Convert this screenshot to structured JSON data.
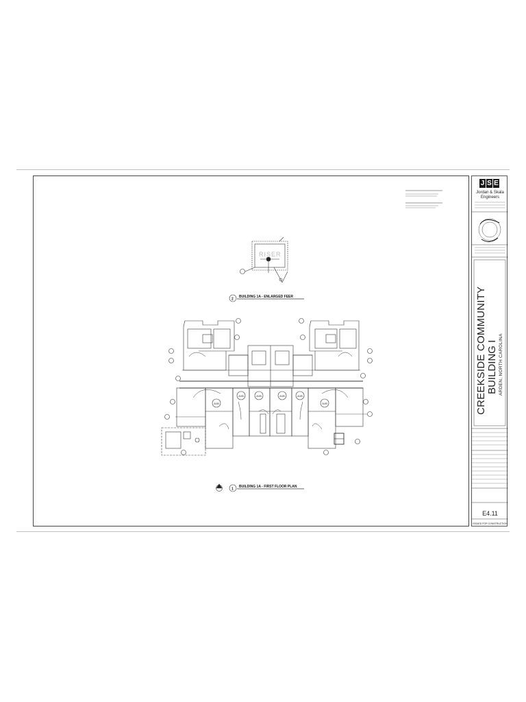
{
  "title_block": {
    "logo_letters": [
      "J",
      "S",
      "E"
    ],
    "firm_name_line1": "Jordan & Skala",
    "firm_name_line2": "Engineers",
    "project_line1": "CREEKSIDE COMMUNITY",
    "project_line2": "BUILDING I",
    "location": "ARDEN, NORTH CAROLINA",
    "sheet_number": "E4.11",
    "status": "ISSUED FOR CONSTRUCTION"
  },
  "views": {
    "view2": {
      "number": "2",
      "title": "BUILDING 1A - ENLARGED FEER",
      "riser_label": "RISER"
    },
    "view1": {
      "number": "1",
      "title": "BUILDING 1A - FIRST FLOOR PLAN"
    }
  },
  "unit_tags": [
    "A1B",
    "A1B",
    "A1B",
    "A1B",
    "A1B",
    "A1B"
  ],
  "colors": {
    "line": "#333333",
    "sheet_border": "#444444",
    "rule": "#bdbdbd"
  }
}
